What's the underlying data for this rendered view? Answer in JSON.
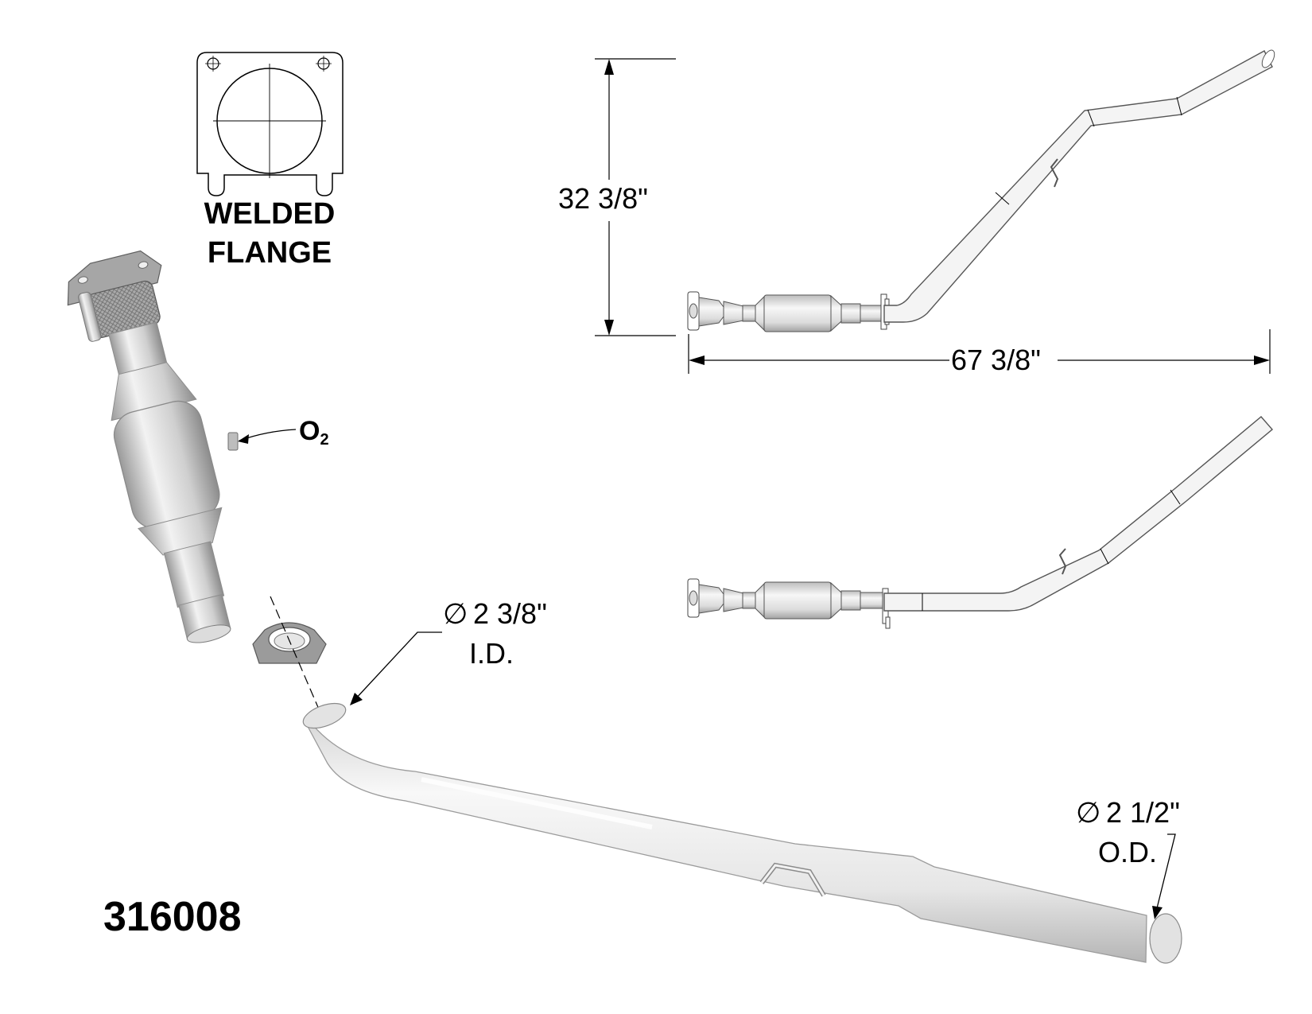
{
  "part_number": "316008",
  "flange_label": {
    "line1": "WELDED",
    "line2": "FLANGE"
  },
  "sensor_label": {
    "main": "O",
    "sub": "2"
  },
  "dimensions": {
    "height": "32 3/8\"",
    "length": "67 3/8\"",
    "inlet_diameter": "2 3/8\"",
    "inlet_type": "I.D.",
    "outlet_diameter": "2 1/2\"",
    "outlet_type": "O.D."
  },
  "symbols": {
    "diameter": "∅"
  }
}
